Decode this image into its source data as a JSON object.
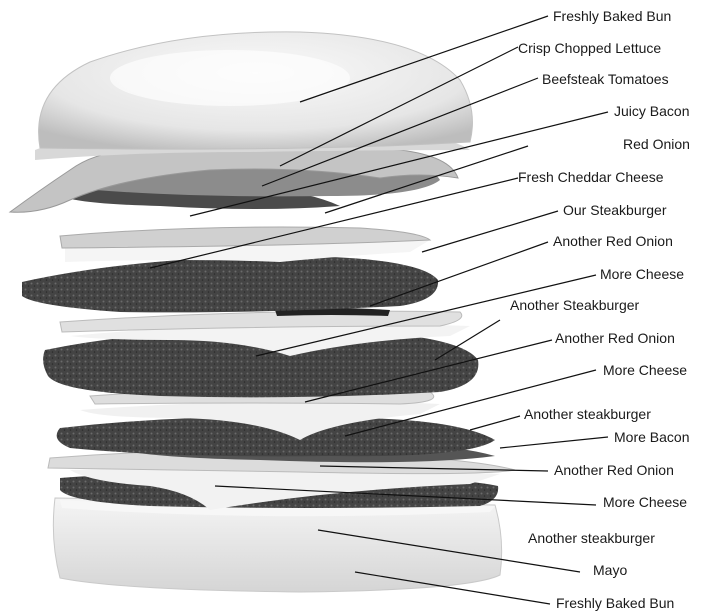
{
  "labels": [
    "Freshly Baked Bun",
    "Crisp Chopped Lettuce",
    "Beefsteak Tomatoes",
    "Juicy Bacon",
    "Red Onion",
    "Fresh Cheddar Cheese",
    "Our Steakburger",
    "Another Red Onion",
    "More Cheese",
    "Another Steakburger",
    "Another Red Onion",
    "More Cheese",
    "Another steakburger",
    "More Bacon",
    "Another Red Onion",
    "More Cheese",
    "Another steakburger",
    "Mayo",
    "Freshly Baked Bun"
  ],
  "colors": {
    "bun": "#ececec",
    "patty": "#3a3a3a",
    "cheese": "#f4f4f4",
    "lettuce": "#bdbdbd",
    "onion": "#d9d9d9",
    "bacon": "#5a5a5a",
    "leader": "#111111"
  }
}
